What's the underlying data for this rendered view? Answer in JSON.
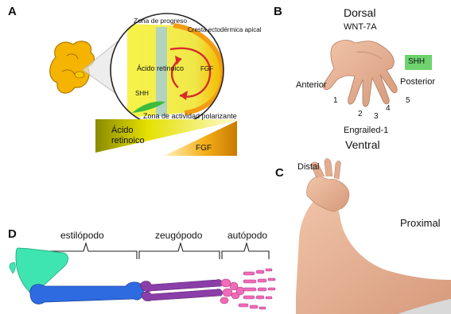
{
  "panels": {
    "a": "A",
    "b": "B",
    "c": "C",
    "d": "D"
  },
  "panel_a": {
    "zona_progreso": "Zona de progreso",
    "cresta": "Cresta ectodérmica apical",
    "acido_retinoico_inner": "Ácido retinoico",
    "fgf_inner": "FGF",
    "shh_inner": "SHH",
    "zap": "Zona de actividad polarizante",
    "gradient_acido_line1": "Ácido",
    "gradient_acido_line2": "retinoico",
    "gradient_fgf": "FGF"
  },
  "panel_b": {
    "dorsal": "Dorsal",
    "wnt": "WNT-7A",
    "shh": "SHH",
    "anterior": "Anterior",
    "posterior": "Posterior",
    "digits": [
      "1",
      "2",
      "3",
      "4",
      "5"
    ],
    "engrailed": "Engrailed-1",
    "ventral": "Ventral"
  },
  "panel_c": {
    "distal": "Distal",
    "proximal": "Proximal"
  },
  "panel_d": {
    "estilopodo": "estilópodo",
    "zeugopodo": "zeugópodo",
    "autopodo": "autópodo"
  },
  "colors": {
    "embryo": "#f4b400",
    "bud_yellow": "#f2ef3a",
    "cresta_orange": "#f39c12",
    "arrow_red": "#d62b2b",
    "shh_green": "#3dbb3d",
    "zone_blue": "#9cc9e6",
    "scapula": "#3fe5b0",
    "humerus": "#2e6be0",
    "radius_ulna": "#8a3ea8",
    "hand": "#f06bb8",
    "shh_box": "#6ed36e",
    "skin": "#e8b49a"
  }
}
